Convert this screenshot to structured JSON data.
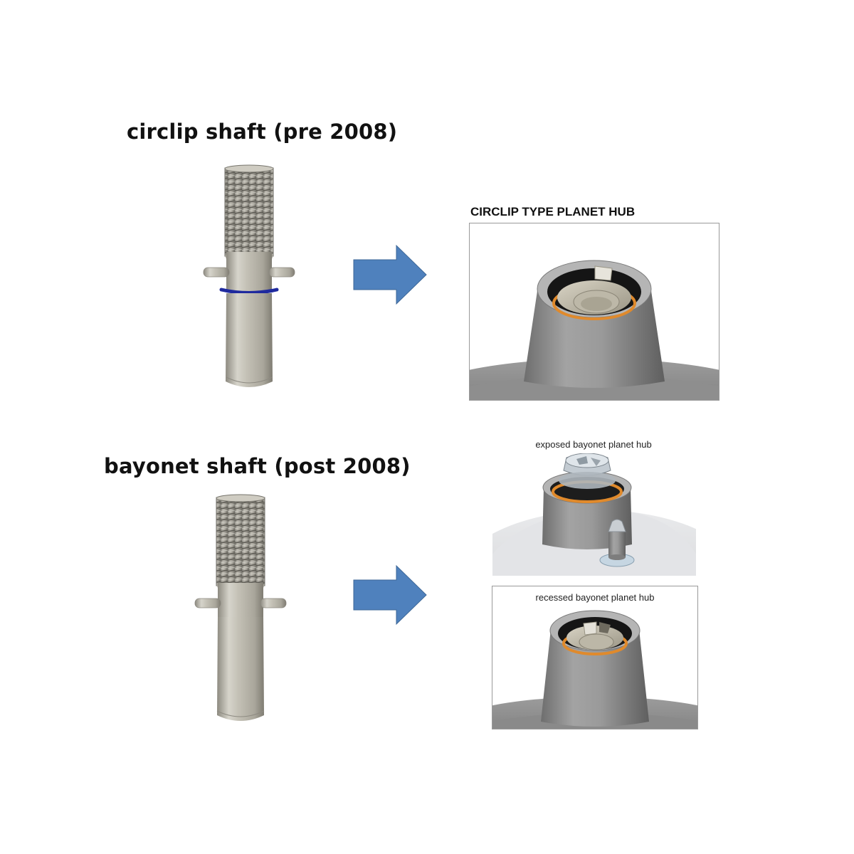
{
  "sections": {
    "circlip": {
      "heading": "circlip shaft (pre 2008)",
      "hub_panel_title": "CIRCLIP TYPE PLANET HUB"
    },
    "bayonet": {
      "heading": "bayonet shaft (post 2008)",
      "exposed_caption": "exposed bayonet planet hub",
      "recessed_caption": "recessed bayonet planet hub"
    }
  },
  "colors": {
    "arrow": "#4f81bd",
    "circlip_ring": "#1f2a9e",
    "metal": "#b9b6aa",
    "hub_grey": "#8c8c8c",
    "orange_seal": "#e08a2c"
  },
  "icons": {
    "arrow": "right-arrow-icon"
  }
}
